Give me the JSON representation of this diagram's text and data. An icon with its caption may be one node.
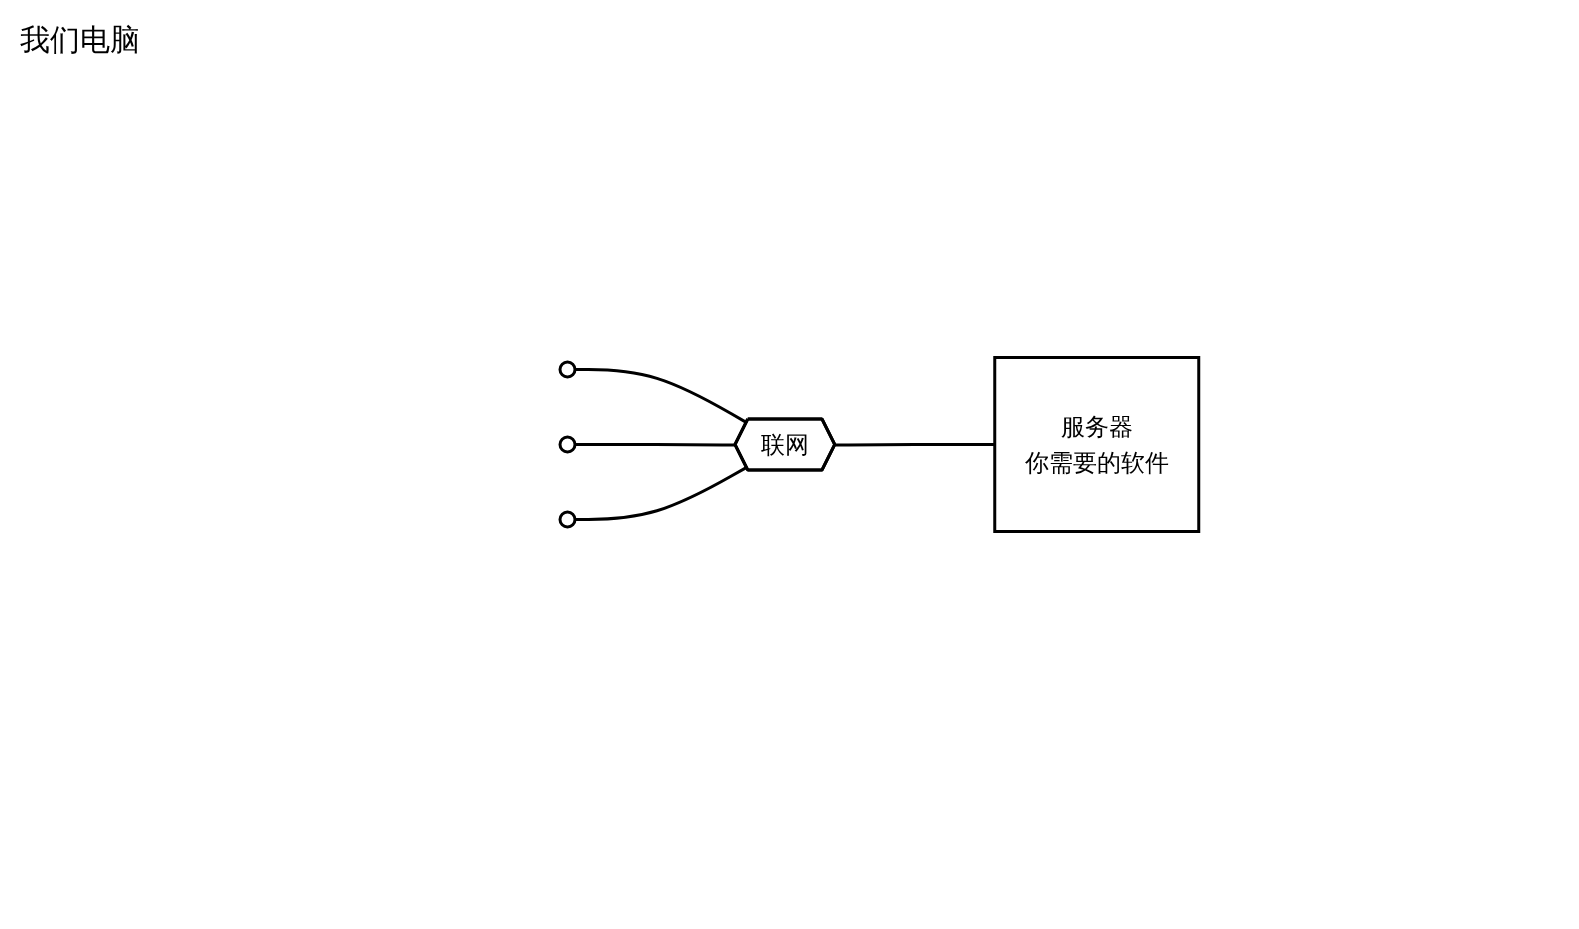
{
  "diagram": {
    "nodes": [
      {
        "text": [],
        "shape": "circle"
      },
      {
        "text": [],
        "shape": "circle"
      },
      {
        "text": [],
        "shape": "circle"
      },
      {
        "text": [
          "联网"
        ]
      },
      {
        "text": [
          "服务器",
          "你需要的软件"
        ]
      }
    ],
    "edges": [
      {
        "from": 0,
        "to": 3,
        "arrow": "none"
      },
      {
        "from": 1,
        "to": 3,
        "arrow": "none"
      },
      {
        "from": 2,
        "to": 3,
        "arrow": "none"
      },
      {
        "from": 3,
        "to": 4,
        "arrow": "none"
      }
    ],
    "labels": [
      "我们电脑"
    ]
  }
}
